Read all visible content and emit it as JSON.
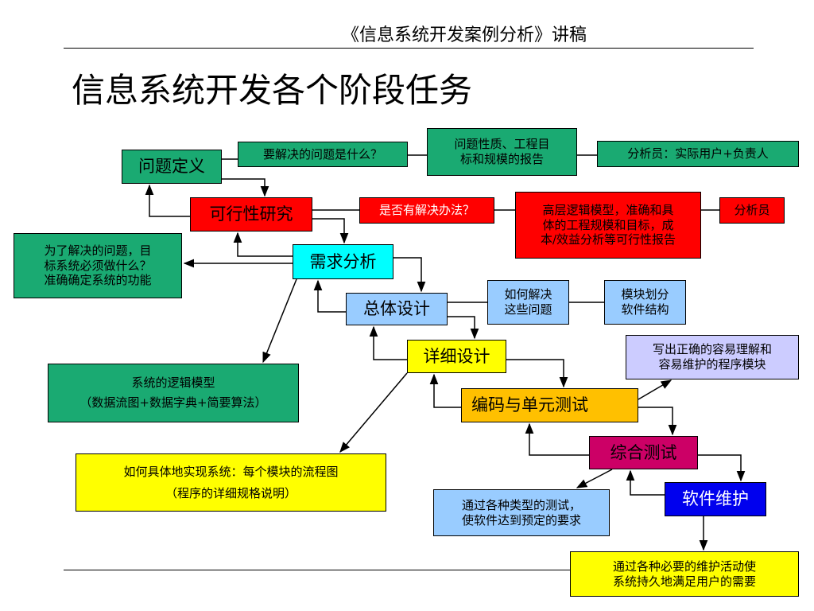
{
  "header": "《信息系统开发案例分析》讲稿",
  "title": "信息系统开发各个阶段任务",
  "stages": {
    "problem_definition": "问题定义",
    "feasibility_study": "可行性研究",
    "requirements_analysis": "需求分析",
    "overall_design": "总体设计",
    "detailed_design": "详细设计",
    "coding_unit_test": "编码与单元测试",
    "integration_test": "综合测试",
    "maintenance": "软件维护"
  },
  "notes": {
    "problem_question": "要解决的问题是什么？",
    "problem_report": [
      "问题性质、工程目",
      "标和规模的报告"
    ],
    "problem_analyst": "分析员：实际用户+负责人",
    "feasibility_question": "是否有解决办法？",
    "feasibility_report": [
      "高层逻辑模型，准确和具",
      "体的工程规模和目标，成",
      "本/效益分析等可行性报告"
    ],
    "feasibility_analyst": "分析员",
    "requirements_question": [
      "为了解决的问题，目",
      "标系统必须做什么？",
      "准确确定系统的功能"
    ],
    "logic_model": [
      "系统的逻辑模型",
      "（数据流图+数据字典+简要算法）"
    ],
    "design_question": [
      "如何解决",
      "这些问题"
    ],
    "design_output": [
      "模块划分",
      "软件结构"
    ],
    "detailed_design_output": [
      "如何具体地实现系统：每个模块的流程图",
      "（程序的详细规格说明）"
    ],
    "coding_output": [
      "写出正确的容易理解和",
      "容易维护的程序模块"
    ],
    "testing_output": [
      "通过各种类型的测试，",
      "使软件达到预定的要求"
    ],
    "maintenance_output": [
      "通过各种必要的维护活动使",
      "系统持久地满足用户的需要"
    ]
  },
  "colors": {
    "teal": "#1aaa72",
    "red": "#ff0000",
    "cyan": "#00ffff",
    "light_blue": "#99ccff",
    "yellow": "#ffff00",
    "orange": "#ffc000",
    "magenta": "#cc0066",
    "blue": "#0000ee",
    "lavender": "#ccccff"
  }
}
